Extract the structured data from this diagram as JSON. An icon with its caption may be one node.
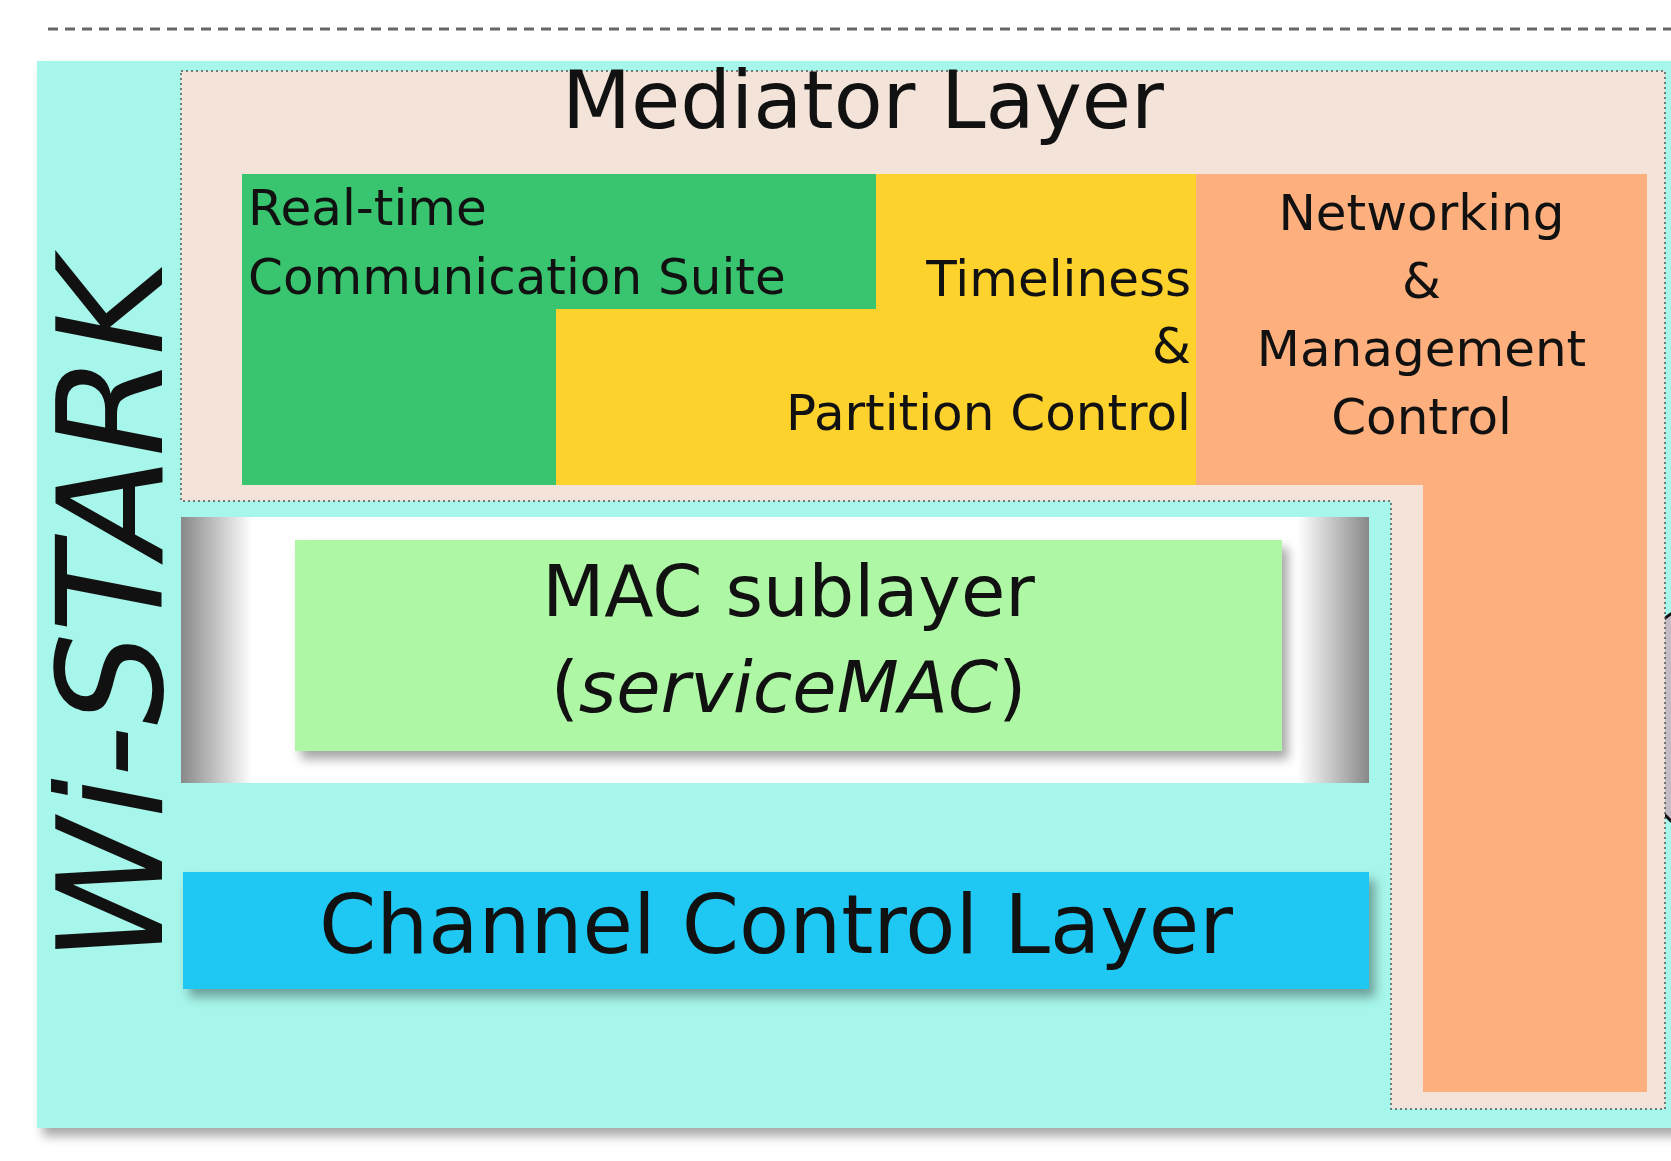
{
  "diagram": {
    "nodes": [
      {
        "text": [
          "Wi-STARK"
        ]
      },
      {
        "text": [
          "Mediator Layer"
        ],
        "in": 0
      },
      {
        "text": [
          "Real-time Communication Suite"
        ],
        "in": 1
      },
      {
        "text": [
          "Timeliness & Partition Control"
        ],
        "in": 1
      },
      {
        "text": [
          "Networking & Management Control"
        ],
        "in": 1
      },
      {
        "text": [
          "MAC sublayer (*serviceMAC*)"
        ],
        "in": 0
      },
      {
        "text": [
          "Channel Control Layer"
        ],
        "in": 0
      }
    ]
  }
}
